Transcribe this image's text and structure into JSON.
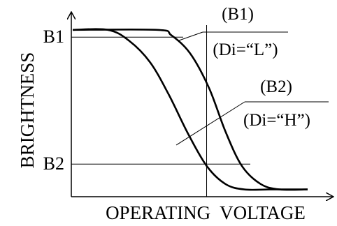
{
  "chart_data": {
    "type": "line",
    "title": "",
    "xlabel": "OPERATING  VOLTAGE",
    "ylabel": "BRIGHTNESS",
    "xlim": [
      0,
      100
    ],
    "ylim": [
      0,
      100
    ],
    "y_levels": [
      {
        "label": "B1",
        "y": 88
      },
      {
        "label": "B2",
        "y": 18
      }
    ],
    "marker_x": 57,
    "series": [
      {
        "name": "(B1)",
        "condition": "(Di=“L”)",
        "x": [
          0,
          36,
          42,
          50,
          58,
          65,
          72,
          80,
          88,
          100
        ],
        "y": [
          92,
          92,
          89,
          79,
          60,
          36,
          17,
          7,
          4,
          4
        ]
      },
      {
        "name": "(B2)",
        "condition": "(Di=“H”)",
        "x": [
          0,
          15,
          24,
          33,
          41,
          49,
          57,
          65,
          73,
          84,
          100
        ],
        "y": [
          92,
          92,
          86,
          74,
          56,
          35,
          17,
          7,
          4,
          4,
          4
        ]
      }
    ]
  }
}
